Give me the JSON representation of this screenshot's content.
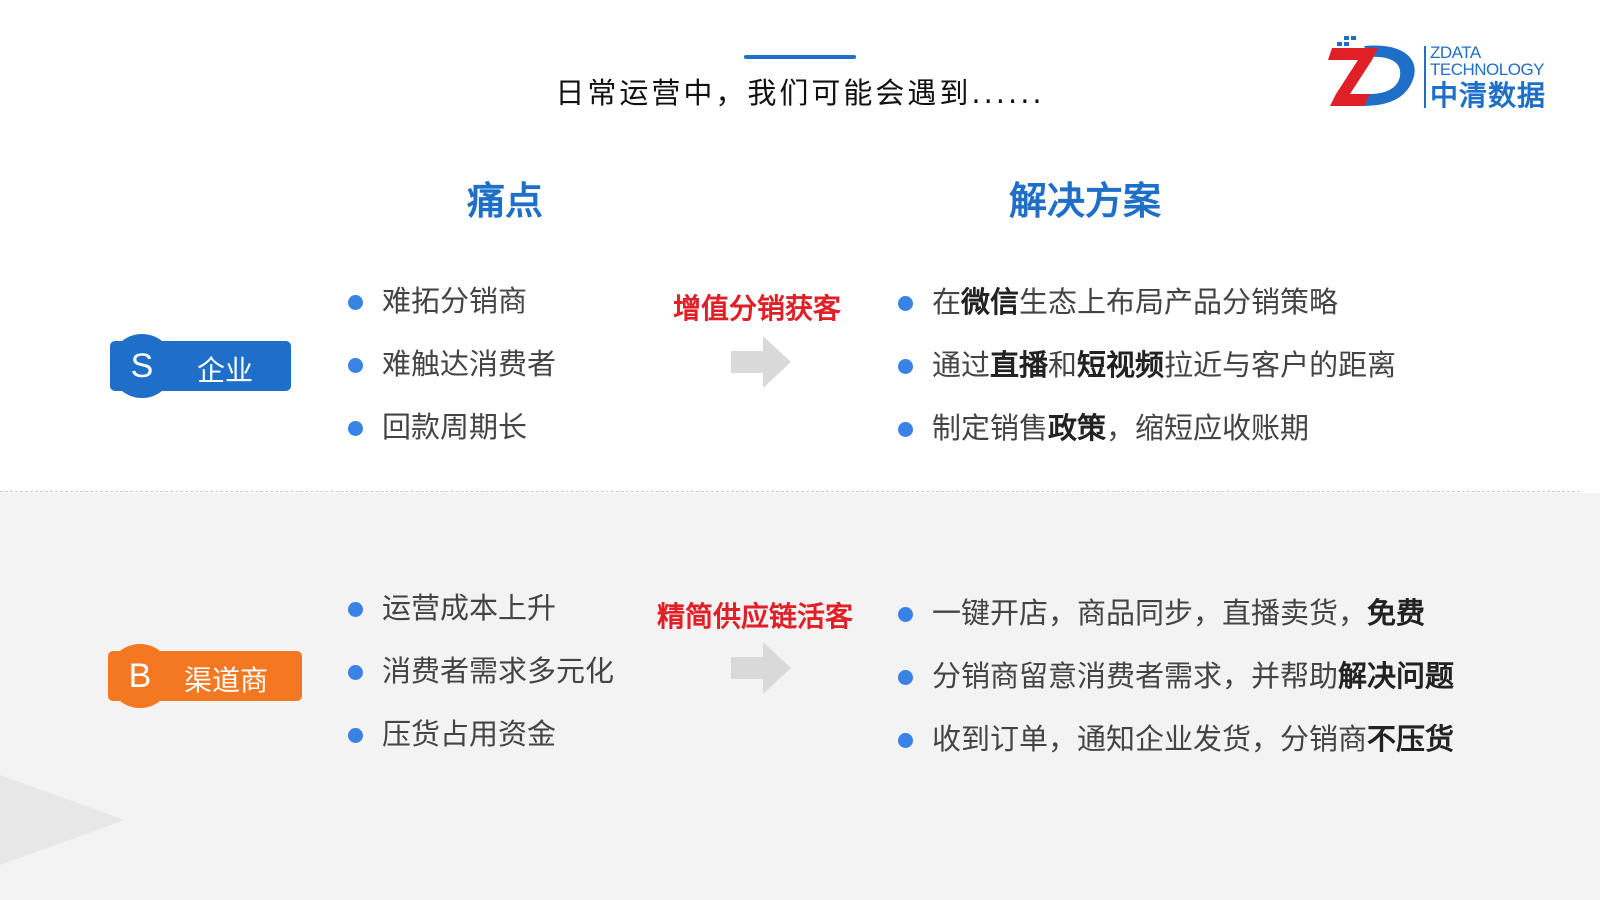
{
  "header": {
    "title": "日常运营中，我们可能会遇到......"
  },
  "logo": {
    "en_line1": "ZDATA",
    "en_line2": "TECHNOLOGY",
    "cn": "中清数据"
  },
  "columns": {
    "pain_title": "痛点",
    "solution_title": "解决方案"
  },
  "rows": [
    {
      "letter": "S",
      "label": "企业",
      "color": "#1f6fc9",
      "pains": [
        "难拓分销商",
        "难触达消费者",
        "回款周期长"
      ],
      "strategy": "增值分销获客",
      "solutions": [
        [
          "在",
          "微信",
          "生态上布局产品分销策略"
        ],
        [
          "通过",
          "直播",
          "和",
          "短视频",
          "拉近与客户的距离"
        ],
        [
          "制定销售",
          "政策",
          "，缩短应收账期"
        ]
      ]
    },
    {
      "letter": "B",
      "label": "渠道商",
      "color": "#f47721",
      "pains": [
        "运营成本上升",
        "消费者需求多元化",
        "压货占用资金"
      ],
      "strategy": "精简供应链活客",
      "solutions": [
        [
          "一键开店，商品同步，直播卖货，",
          "免费"
        ],
        [
          "分销商留意消费者需求，并帮助",
          "解决问题"
        ],
        [
          "收到订单，通知企业发货，分销商",
          "不压货"
        ]
      ]
    }
  ],
  "colors": {
    "accent_blue": "#1f6fc9",
    "accent_orange": "#f47721",
    "strategy_red": "#e11f26",
    "bullet_blue": "#3a83e6",
    "arrow_gray": "#d9d9d9"
  }
}
